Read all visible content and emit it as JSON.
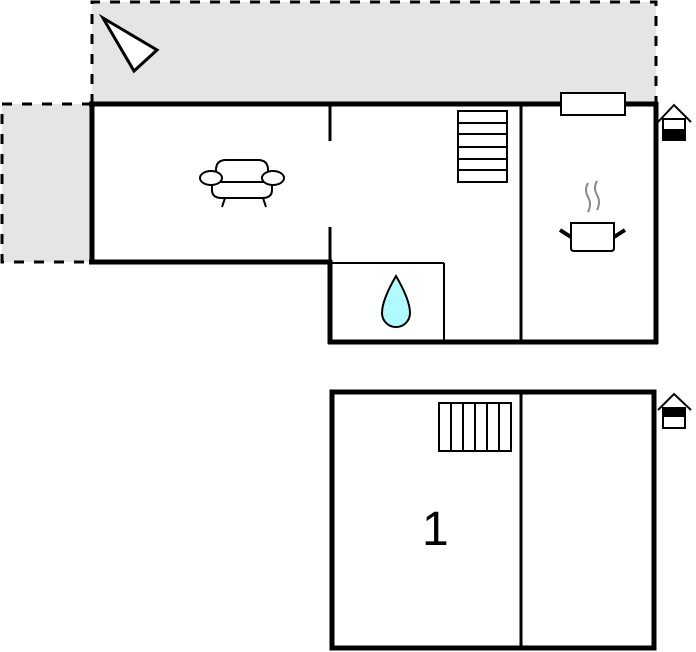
{
  "diagram": {
    "type": "floor-plan",
    "colors": {
      "wall": "#000000",
      "terrace_fill": "#e5e5e5",
      "water_drop": "#b0fbff",
      "steam": "#8a8a8a",
      "background": "#ffffff"
    },
    "ground_floor": {
      "terraces": [
        {
          "name": "terrace-top",
          "style": "dashed"
        },
        {
          "name": "terrace-left",
          "style": "dashed"
        }
      ],
      "rooms": [
        {
          "name": "living-room",
          "icon": "sofa-icon"
        },
        {
          "name": "hallway-stairs",
          "icon": "stairs-icon"
        },
        {
          "name": "bathroom",
          "icon": "water-drop-icon"
        },
        {
          "name": "kitchen",
          "icon": "cooking-pot-icon"
        }
      ],
      "entrance_icon": "house-entrance-icon",
      "north_icon": "north-arrow-icon",
      "window_icon": "window-icon"
    },
    "upper_floor": {
      "label": "1",
      "rooms": [
        {
          "name": "bedroom-left",
          "icon": "stairs-icon"
        },
        {
          "name": "bedroom-right"
        }
      ],
      "entrance_icon": "house-entrance-icon"
    }
  }
}
